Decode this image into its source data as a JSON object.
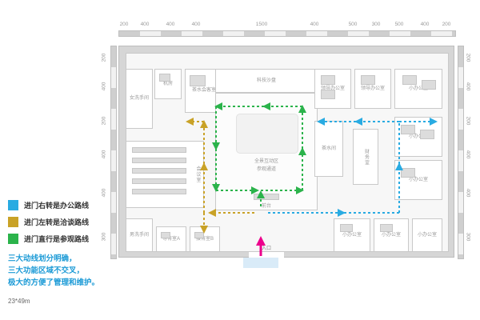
{
  "colors": {
    "office_route": "#29abe2",
    "talk_route": "#c9a227",
    "visit_route": "#2bb34b",
    "entrance_arrow": "#ec008c",
    "caption_text": "#1b9ad6",
    "wall": "#d6d6d6"
  },
  "legend": [
    {
      "color": "#29abe2",
      "label": "进门右转是办公路线"
    },
    {
      "color": "#c9a227",
      "label": "进门左转是洽谈路线"
    },
    {
      "color": "#2bb34b",
      "label": "进门直行是参观路线"
    }
  ],
  "caption": {
    "lines": [
      "三大动线划分明确，",
      "三大功能区域不交叉，",
      "极大的方便了管理和维护。"
    ],
    "size": "23*49m"
  },
  "dimensions": {
    "top": [
      "200",
      "400",
      "400",
      "400",
      "1500",
      "400",
      "500",
      "300",
      "500",
      "400",
      "200"
    ],
    "left": [
      "200",
      "400",
      "200",
      "400",
      "400",
      "300"
    ],
    "right": [
      "200",
      "400",
      "200",
      "400",
      "400",
      "300"
    ]
  },
  "plan": {
    "rooms": {
      "women_wc": "女洗手间",
      "machine_room": "机房",
      "tea_meeting": "茶水会客室",
      "tech_sandbox": "科技沙盘",
      "leader_office_a": "领导办公室",
      "leader_office_b": "领导办公室",
      "small_office_top": "小办公室",
      "meeting_room": "会议室",
      "men_wc": "男洗手间",
      "waiting_room_a": "等待室A",
      "reception_room_b": "接待室B",
      "tea_room": "茶水间",
      "finance_room": "财务室",
      "small_office_r1": "小办公室",
      "small_office_r2": "小办公室",
      "small_office_b1": "小办公室",
      "small_office_b2": "小办公室",
      "small_office_b3": "小办公室",
      "hall_line1": "全景互动区",
      "hall_line2": "参观通道",
      "front_desk": "前台",
      "entrance": "入口"
    }
  }
}
